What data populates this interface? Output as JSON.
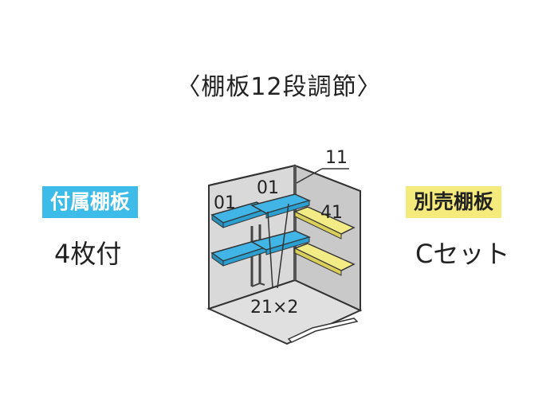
{
  "title": "〈棚板12段調節〉",
  "included_shelves": {
    "label": "付属棚板",
    "count_text": "4枚付",
    "color": "#3dbbe9"
  },
  "optional_shelves": {
    "label": "別売棚板",
    "set_text": "Cセット",
    "color": "#f5ea7c"
  },
  "diagram_labels": {
    "shelf_top_left": "01",
    "shelf_top_right": "01",
    "shelf_side": "41",
    "corner_part": "11",
    "bracket_part": "21×2"
  }
}
